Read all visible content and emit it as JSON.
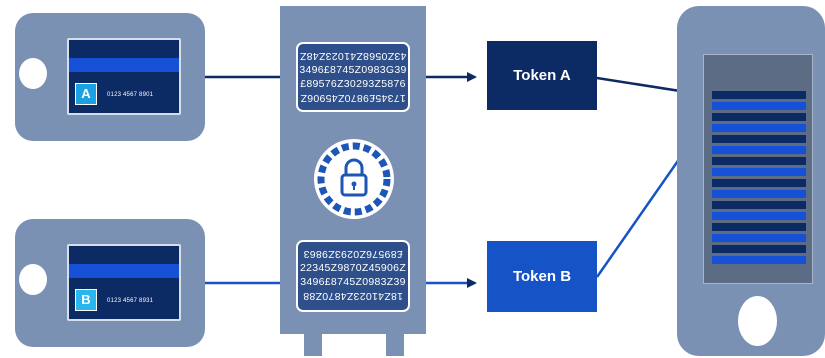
{
  "card_a": {
    "label": "A",
    "number": "0123 4567 8901"
  },
  "card_b": {
    "label": "B",
    "number": "0123 4567 8931"
  },
  "vault": {
    "codes_top": [
      "43Z0568Z41023Z48Z",
      "3496£8745Z0983G39",
      "£89576Z30293Z5876",
      "17345£9870Z45906Z"
    ],
    "codes_bottom": [
      "£89576Z0293Z9863",
      "22345Z9870Z45906Z",
      "3496£8745Z0983Z39",
      "18Z41023Z4870Z88"
    ]
  },
  "tokens": {
    "a": "Token A",
    "b": "Token B"
  },
  "colors": {
    "frame": "#7b91b3",
    "card": "#0c2a64",
    "stripe": "#1650d6",
    "token_a": "#0c2a64",
    "token_b": "#1653c6",
    "line": "#0c2a64"
  },
  "icons": {
    "vault_center": "lock-icon"
  }
}
